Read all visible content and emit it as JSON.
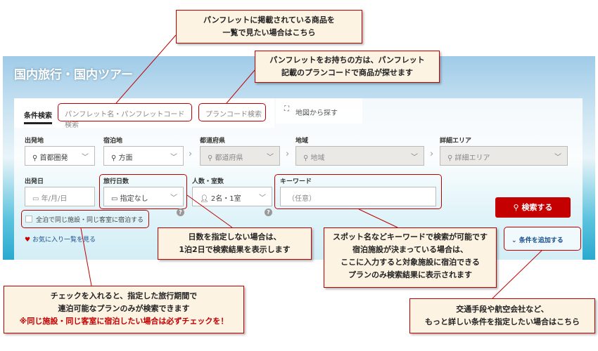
{
  "header": {
    "title": "国内旅行・国内ツアー"
  },
  "tabs": [
    {
      "label": "条件検索"
    },
    {
      "label": "パンフレット名・パンフレットコード検索"
    },
    {
      "label": "プランコード検索"
    },
    {
      "label": "地図から探す"
    }
  ],
  "form": {
    "departure": {
      "label": "出発地",
      "value": "首都圏発"
    },
    "stay": {
      "label": "宿泊地",
      "value": "方面"
    },
    "prefecture": {
      "label": "都道府県",
      "value": "都道府県"
    },
    "region": {
      "label": "地域",
      "value": "地域"
    },
    "area": {
      "label": "詳細エリア",
      "value": "詳細エリア"
    },
    "date": {
      "label": "出発日",
      "placeholder": "年/月/日"
    },
    "days": {
      "label": "旅行日数",
      "value": "指定なし"
    },
    "people": {
      "label": "人数・室数",
      "value": "2名・1室"
    },
    "keyword": {
      "label": "キーワード",
      "placeholder": "（任意）"
    },
    "same_room": "全泊で同じ施設・同じ客室に宿泊する",
    "favorites": "お気に入り一覧を見る",
    "search": "検索する",
    "add_conditions": "条件を追加する",
    "help": "?"
  },
  "callouts": {
    "pamphlet": [
      "パンフレットに掲載されている商品を",
      "一覧で見たい場合はこちら"
    ],
    "plancode": [
      "パンフレットをお持ちの方は、パンフレット",
      "記載のプランコードで商品が探せます"
    ],
    "days": [
      "日数を指定しない場合は、",
      "1泊2日で検索結果を表示します"
    ],
    "keyword": [
      "スポット名などキーワードで検索が可能です",
      "宿泊施設が決まっている場合は、",
      "ここに入力すると対象施設に宿泊できる",
      "プランのみ検索結果に表示されます"
    ],
    "check": [
      "チェックを入れると、指定した旅行期間で",
      "連泊可能なプランのみが検索できます",
      "※同じ施設・同じ客室に宿泊したい場合は必ずチェックを！"
    ],
    "add": [
      "交通手段や航空会社など、",
      "もっと詳しい条件を指定したい場合はこちら"
    ]
  }
}
